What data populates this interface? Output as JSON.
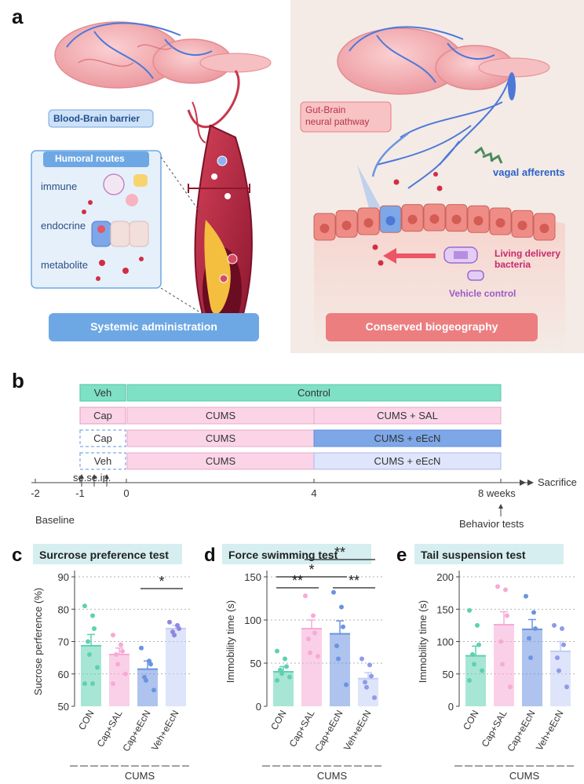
{
  "panel_a": {
    "letter": "a",
    "labels": {
      "bbb": "Blood-Brain barrier",
      "humoral": "Humoral routes",
      "immune": "immune",
      "endocrine": "endocrine",
      "metabolite": "metabolite",
      "systemic": "Systemic administration",
      "gutbrain": "Gut-Brain\nneural pathway",
      "vagal": "vagal afferents",
      "living": "Living delivery\nbacteria",
      "vehicle": "Vehicle control",
      "conserved": "Conserved biogeography"
    },
    "colors": {
      "blue_box": "#6ea8e4",
      "red_box": "#ec7e80",
      "right_bg": "#f4ebe6",
      "vessel": "#b0233a",
      "brain": "#f3a9ad"
    }
  },
  "panel_b": {
    "letter": "b",
    "rows": [
      {
        "pre": "Veh",
        "pre_dashed": false,
        "seg1": "Control",
        "seg2": "",
        "color1": "#7ee0c4",
        "color2": "#7ee0c4"
      },
      {
        "pre": "Cap",
        "pre_dashed": false,
        "seg1": "CUMS",
        "seg2": "CUMS + SAL",
        "color1": "#fbd5e7",
        "color2": "#fbd5e7"
      },
      {
        "pre": "Cap",
        "pre_dashed": true,
        "seg1": "CUMS",
        "seg2": "CUMS + eEcN",
        "color1": "#fbd5e7",
        "color2": "#7ea7e8"
      },
      {
        "pre": "Veh",
        "pre_dashed": true,
        "seg1": "CUMS",
        "seg2": "CUMS + eEcN",
        "color1": "#fbd5e7",
        "color2": "#dfe5fb"
      }
    ],
    "ticks": [
      "-2",
      "-1",
      "0",
      "4",
      "8 weeks"
    ],
    "injection": "se.se.ip.",
    "sacrifice": "Sacrifice",
    "baseline": "Baseline",
    "behavior": "Behavior tests"
  },
  "chart_data": [
    {
      "type": "bar",
      "panel": "c",
      "title": "Surcrose preference test",
      "ylabel": "Sucrose perference (%)",
      "ylim": [
        50,
        90
      ],
      "yticks": [
        50,
        60,
        70,
        80,
        90
      ],
      "categories": [
        "CON",
        "Cap+SAL",
        "Cap+eEcN",
        "Veh+eEcN"
      ],
      "group_label": "CUMS",
      "values": [
        68.7,
        66.0,
        61.5,
        74.0
      ],
      "errors": [
        3.5,
        2.0,
        2.5,
        1.0
      ],
      "points": [
        [
          81,
          78,
          74,
          70,
          66,
          62,
          57,
          57
        ],
        [
          72,
          69,
          67,
          66,
          63,
          60,
          57
        ],
        [
          68,
          64,
          63,
          59,
          58,
          55
        ],
        [
          76,
          75,
          74,
          73,
          72
        ]
      ],
      "significance": [
        {
          "from": 2,
          "to": 3,
          "text": "*"
        }
      ],
      "colors": [
        "#5ed1b0",
        "#f6aad6",
        "#6b94e0",
        "#c3cdf5"
      ]
    },
    {
      "type": "bar",
      "panel": "d",
      "title": "Force swimming test",
      "ylabel": "Immobility time (s)",
      "ylim": [
        0,
        150
      ],
      "yticks": [
        0,
        50,
        100,
        150
      ],
      "categories": [
        "CON",
        "Cap+SAL",
        "Cap+eEcN",
        "Veh+eEcN"
      ],
      "group_label": "CUMS",
      "values": [
        40,
        90,
        84,
        32
      ],
      "errors": [
        6,
        10,
        15,
        7
      ],
      "points": [
        [
          64,
          55,
          46,
          42,
          38,
          34,
          30
        ],
        [
          128,
          105,
          85,
          78,
          62,
          58
        ],
        [
          132,
          115,
          92,
          70,
          55,
          25
        ],
        [
          55,
          48,
          35,
          28,
          22,
          10
        ]
      ],
      "significance": [
        {
          "from": 0,
          "to": 1,
          "text": "**",
          "level": 0
        },
        {
          "from": 2,
          "to": 3,
          "text": "**",
          "level": 0
        },
        {
          "from": 0,
          "to": 2,
          "text": "*",
          "level": 1
        },
        {
          "from": 1,
          "to": 3,
          "text": "**",
          "level": 2
        }
      ],
      "colors": [
        "#5ed1b0",
        "#f6aad6",
        "#6b94e0",
        "#c3cdf5"
      ]
    },
    {
      "type": "bar",
      "panel": "e",
      "title": "Tail suspension test",
      "ylabel": "Immobility time (s)",
      "ylim": [
        0,
        200
      ],
      "yticks": [
        0,
        50,
        100,
        150,
        200
      ],
      "categories": [
        "CON",
        "Cap+SAL",
        "Cap+eEcN",
        "Veh+eEcN"
      ],
      "group_label": "CUMS",
      "values": [
        78,
        126,
        119,
        85
      ],
      "errors": [
        15,
        20,
        15,
        15
      ],
      "points": [
        [
          148,
          125,
          95,
          80,
          65,
          55,
          40
        ],
        [
          185,
          180,
          140,
          100,
          65,
          30
        ],
        [
          170,
          145,
          120,
          105,
          75
        ],
        [
          125,
          120,
          95,
          75,
          55,
          30
        ]
      ],
      "significance": [],
      "colors": [
        "#5ed1b0",
        "#f6aad6",
        "#6b94e0",
        "#c3cdf5"
      ]
    }
  ]
}
